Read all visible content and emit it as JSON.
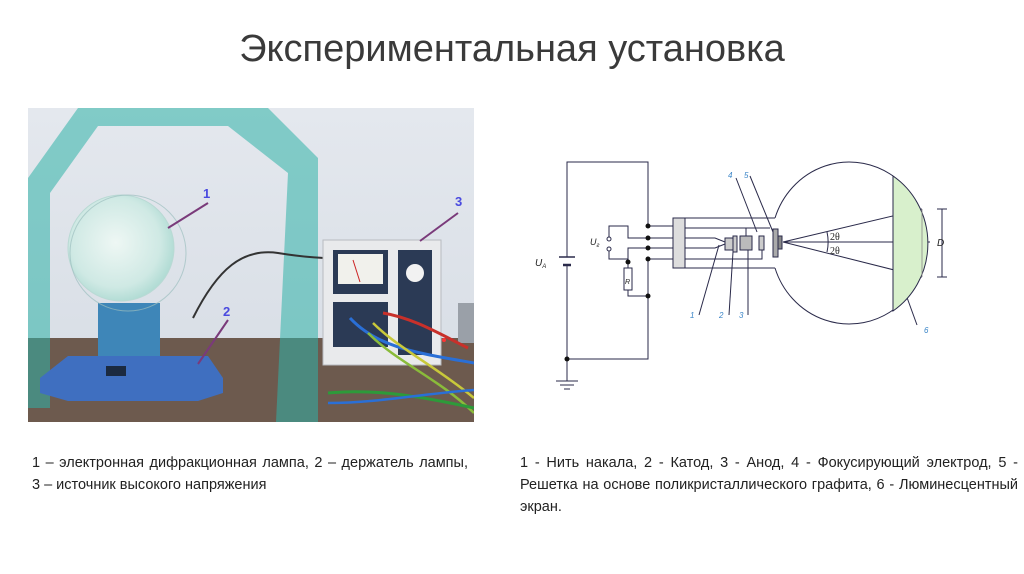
{
  "slide": {
    "title": "Экспериментальная установка"
  },
  "photo": {
    "labels": [
      "1",
      "2",
      "3"
    ],
    "colors": {
      "label": "#4a4adf",
      "pointer": "#7a3a7a",
      "glass": "#2fb3a8",
      "base": "#3f6fc0"
    }
  },
  "diagram": {
    "voltage_anode": "U",
    "voltage_anode_sub": "A",
    "voltage_filament": "U",
    "voltage_filament_sub": "г",
    "resistor": "R",
    "angle_top": "2θ",
    "angle_bottom": "2θ",
    "diameter": "D",
    "labels": [
      "1",
      "2",
      "3",
      "4",
      "5",
      "6"
    ],
    "colors": {
      "lines": "#2a2a4a",
      "screen": "#d8f0cc",
      "labels": "#3c86c8"
    }
  },
  "captions": {
    "left": "1 – электронная дифракционная лампа, 2 – держатель лампы, 3 – источник высокого напряжения",
    "right": "1 - Нить накала, 2 - Катод, 3 - Анод, 4 - Фокусирующий электрод, 5 - Решетка на основе поликристаллического графита, 6 - Люминесцентный экран."
  }
}
